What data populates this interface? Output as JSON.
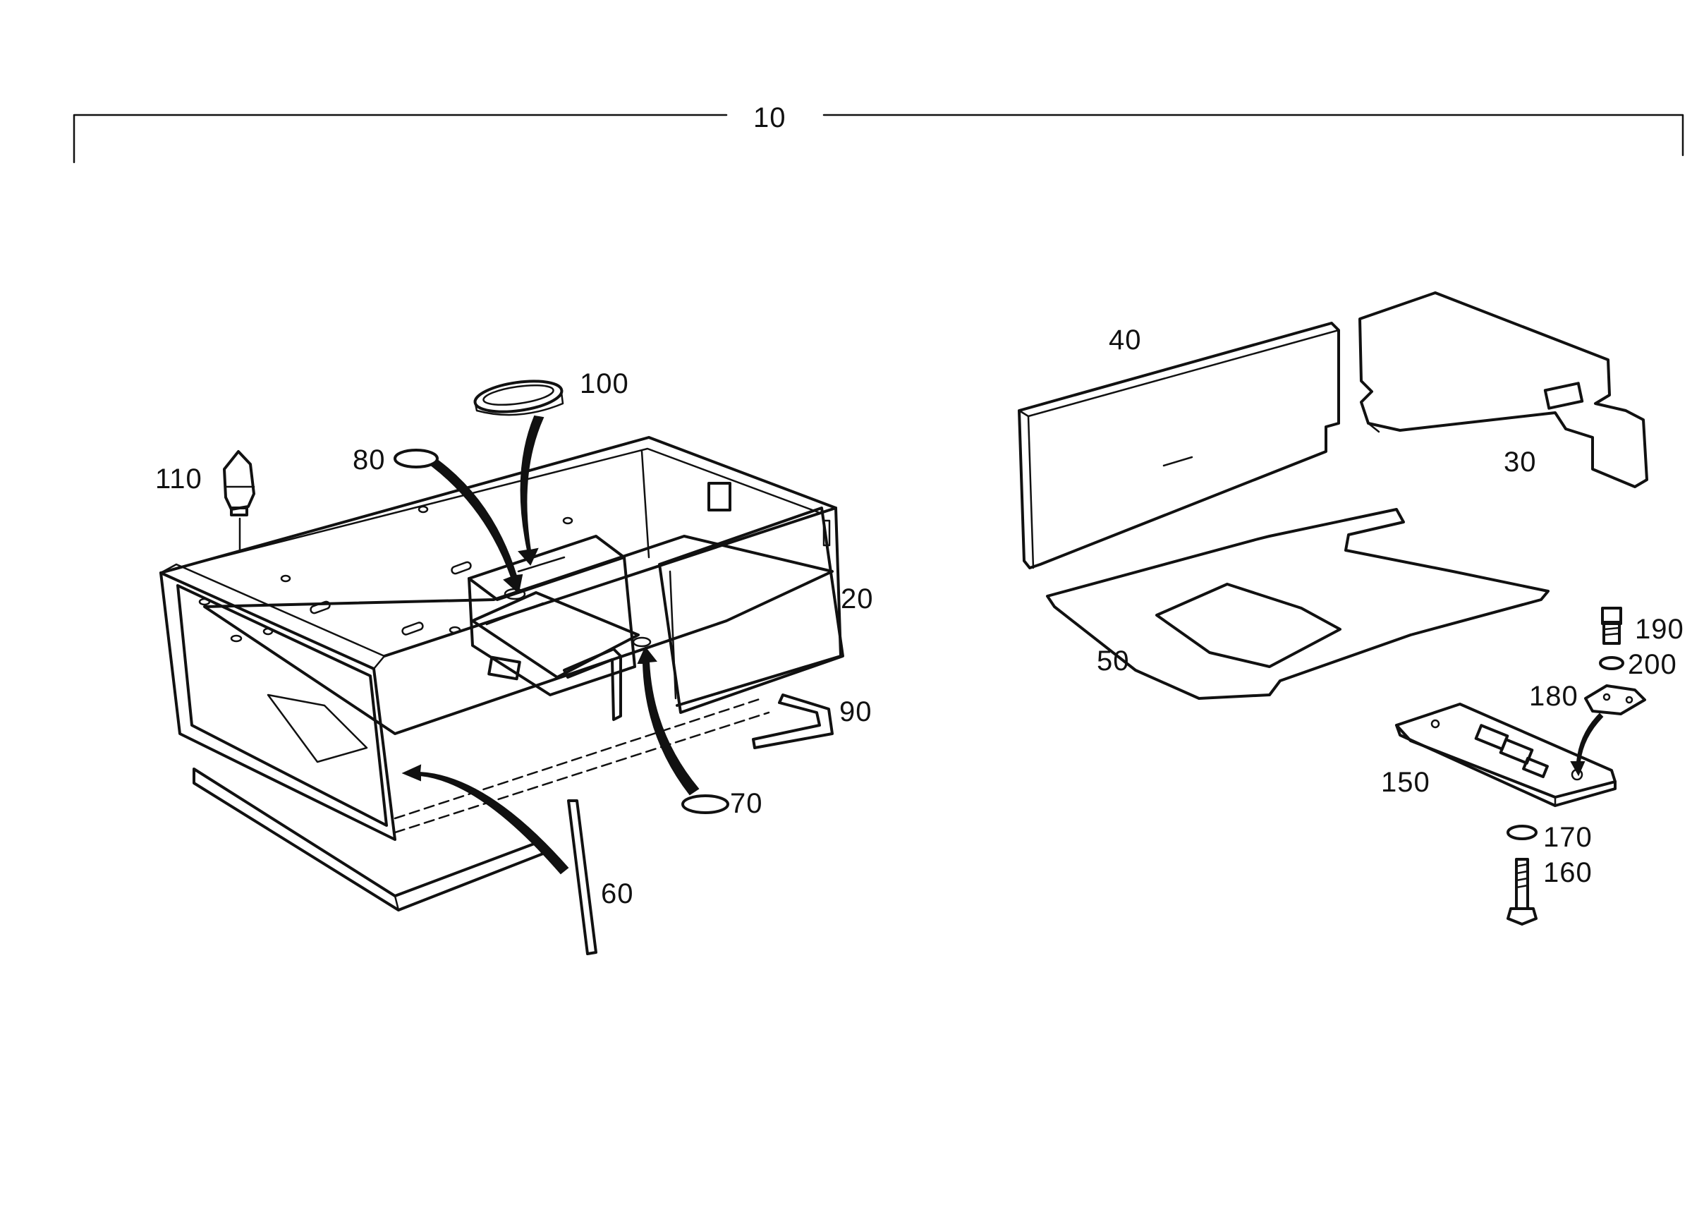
{
  "assembly": {
    "label": "10"
  },
  "callouts": [
    {
      "id": "20",
      "text": "20"
    },
    {
      "id": "30",
      "text": "30"
    },
    {
      "id": "40",
      "text": "40"
    },
    {
      "id": "50",
      "text": "50"
    },
    {
      "id": "60",
      "text": "60"
    },
    {
      "id": "70",
      "text": "70"
    },
    {
      "id": "80",
      "text": "80"
    },
    {
      "id": "90",
      "text": "90"
    },
    {
      "id": "100",
      "text": "100"
    },
    {
      "id": "110",
      "text": "110"
    },
    {
      "id": "150",
      "text": "150"
    },
    {
      "id": "160",
      "text": "160"
    },
    {
      "id": "170",
      "text": "170"
    },
    {
      "id": "180",
      "text": "180"
    },
    {
      "id": "190",
      "text": "190"
    },
    {
      "id": "200",
      "text": "200"
    }
  ],
  "colors": {
    "ink": "#111111",
    "paper": "#ffffff"
  }
}
